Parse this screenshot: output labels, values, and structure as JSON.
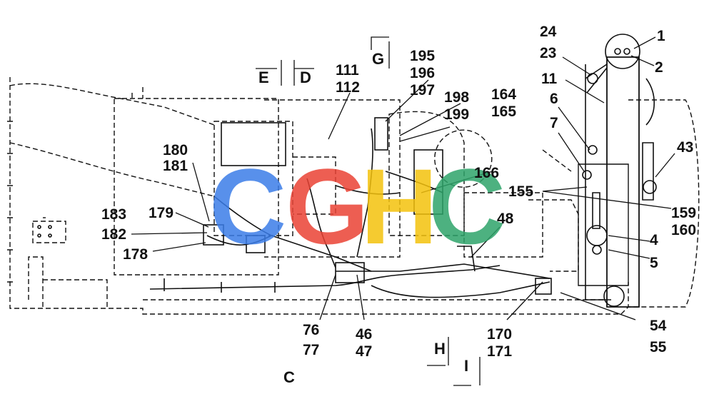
{
  "callouts": [
    "1",
    "2",
    "24",
    "23",
    "11",
    "6",
    "7",
    "43",
    "195",
    "196",
    "197",
    "198",
    "199",
    "164",
    "165",
    "111",
    "112",
    "166",
    "155",
    "159",
    "160",
    "4",
    "5",
    "48",
    "180",
    "181",
    "179",
    "183",
    "182",
    "178",
    "76",
    "77",
    "46",
    "47",
    "170",
    "171",
    "54",
    "55"
  ],
  "section_marks": {
    "e": "E",
    "d": "D",
    "g": "G",
    "h": "H",
    "i": "I",
    "c": "C"
  },
  "watermark": {
    "text": "CGHC",
    "colors": {
      "blue": "#3b7de8",
      "red": "#ea4335",
      "yellow": "#f4c20d",
      "green": "#2ea46a"
    }
  }
}
